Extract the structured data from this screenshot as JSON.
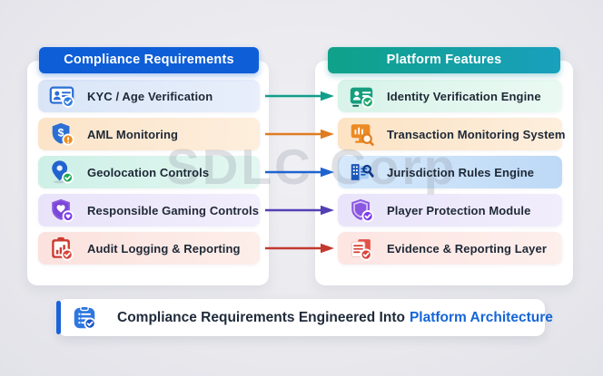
{
  "watermark": "SDLC Corp",
  "left_column": {
    "header": "Compliance Requirements",
    "header_color": "#0e5ed8",
    "items": [
      {
        "label": "KYC / Age Verification",
        "icon": "id-card-check-icon",
        "accent": "#2e6fd3"
      },
      {
        "label": "AML Monitoring",
        "icon": "shield-dollar-alert-icon",
        "accent": "#ef8d1f"
      },
      {
        "label": "Geolocation Controls",
        "icon": "map-pin-check-icon",
        "accent": "#1fa757"
      },
      {
        "label": "Responsible Gaming Controls",
        "icon": "shield-heart-check-icon",
        "accent": "#7c3aed"
      },
      {
        "label": "Audit Logging & Reporting",
        "icon": "clipboard-chart-check-icon",
        "accent": "#cd3b31"
      }
    ]
  },
  "right_column": {
    "header": "Platform Features",
    "header_gradient_start": "#0fa189",
    "header_gradient_end": "#18a0bd",
    "items": [
      {
        "label": "Identity Verification Engine",
        "icon": "id-card-check-icon",
        "accent": "#169e7e"
      },
      {
        "label": "Transaction Monitoring System",
        "icon": "monitor-search-icon",
        "accent": "#ec8b23"
      },
      {
        "label": "Jurisdiction Rules Engine",
        "icon": "building-document-search-icon",
        "accent": "#1b55b8"
      },
      {
        "label": "Player Protection Module",
        "icon": "shield-check-icon",
        "accent": "#8a57e0"
      },
      {
        "label": "Evidence & Reporting Layer",
        "icon": "documents-check-icon",
        "accent": "#d8453c"
      }
    ]
  },
  "connectors": [
    {
      "from": "KYC / Age Verification",
      "to": "Identity Verification Engine",
      "color": "#119e8b"
    },
    {
      "from": "AML Monitoring",
      "to": "Transaction Monitoring System",
      "color": "#df7b22"
    },
    {
      "from": "Geolocation Controls",
      "to": "Jurisdiction Rules Engine",
      "color": "#1f63cf"
    },
    {
      "from": "Responsible Gaming Controls",
      "to": "Player Protection Module",
      "color": "#5340b3"
    },
    {
      "from": "Audit Logging & Reporting",
      "to": "Evidence & Reporting Layer",
      "color": "#c2392f"
    }
  ],
  "footer": {
    "text": "Compliance Requirements Engineered Into",
    "highlight": "Platform Architecture",
    "highlight_color": "#1565d8",
    "icon": "clipboard-check-icon"
  }
}
